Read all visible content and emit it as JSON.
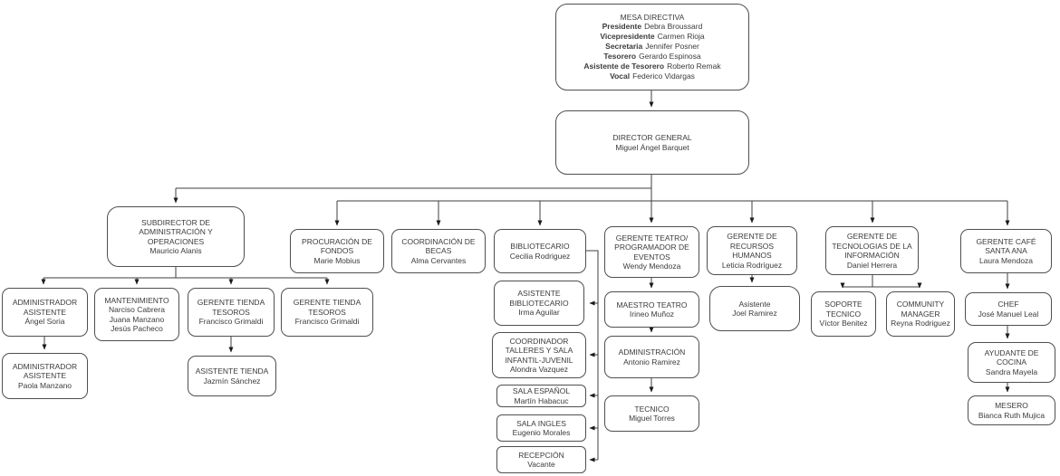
{
  "style": {
    "background": "#ffffff",
    "border_color": "#4f4f4f",
    "line_color": "#3f3f3f",
    "arrow_color": "#1a1a1a",
    "text_color": "#3b3b3b"
  },
  "nodes": {
    "mesa": {
      "title": "MESA DIRECTIVA",
      "roles": [
        {
          "role": "Presidente",
          "person": "Debra Broussard"
        },
        {
          "role": "Vicepresidente",
          "person": "Carmen Rioja"
        },
        {
          "role": "Secretaria",
          "person": "Jennifer Posner"
        },
        {
          "role": "Tesorero",
          "person": "Gerardo Espinosa"
        },
        {
          "role": "Asistente de Tesorero",
          "person": "Roberto Remak"
        },
        {
          "role": "Vocal",
          "person": "Federico Vidargas"
        }
      ]
    },
    "director": {
      "title": "DIRECTOR GENERAL",
      "person": "Miguel Ángel Barquet"
    },
    "subdirector": {
      "title": "SUBDIRECTOR DE\nADMINISTRACIÓN Y\nOPERACIONES",
      "person": "Mauricio Alanis"
    },
    "procuracion": {
      "title": "PROCURACIÓN DE\nFONDOS",
      "person": "Marie Mobius"
    },
    "becas": {
      "title": "COORDINACIÓN DE\nBECAS",
      "person": "Alma Cervantes"
    },
    "bibliotecario": {
      "title": "BIBLIOTECARIO",
      "person": "Cecilia Rodriguez"
    },
    "teatro": {
      "title": "GERENTE TEATRO/\nPROGRAMADOR DE\nEVENTOS",
      "person": "Wendy Mendoza"
    },
    "rrhh": {
      "title": "GERENTE DE\nRECURSOS\nHUMANOS",
      "person": "Leticia Rodríguez"
    },
    "ti": {
      "title": "GERENTE DE\nTECNOLOGIAS DE LA\nINFORMACIÓN",
      "person": "Daniel Herrera"
    },
    "cafe": {
      "title": "GERENTE CAFÉ\nSANTA ANA",
      "person": "Laura Mendoza"
    },
    "admin1": {
      "title": "ADMINISTRADOR\nASISTENTE",
      "person": "Ángel Soria"
    },
    "mantenimiento": {
      "title": "MANTENIMIENTO",
      "person": "Narciso Cabrera\nJuana Manzano\nJesús Pacheco"
    },
    "tienda1": {
      "title": "GERENTE TIENDA\nTESOROS",
      "person": "Francisco Grimaldi"
    },
    "tienda2": {
      "title": "GERENTE TIENDA\nTESOROS",
      "person": "Francisco Grimaldi"
    },
    "admin2": {
      "title": "ADMINISTRADOR\nASISTENTE",
      "person": "Paola Manzano"
    },
    "asistienda": {
      "title": "ASISTENTE TIENDA",
      "person": "Jazmín Sánchez"
    },
    "asisbiblio": {
      "title": "ASISTENTE\nBIBLIOTECARIO",
      "person": "Irma Aguilar"
    },
    "coordtalleres": {
      "title": "COORDINADOR\nTALLERES Y SALA\nINFANTIL-JUVENIL",
      "person": "Alondra Vazquez"
    },
    "salaespanol": {
      "title": "SALA ESPAÑOL",
      "person": "Martín Habacuc"
    },
    "salaingles": {
      "title": "SALA INGLES",
      "person": "Eugenio Morales"
    },
    "recepcion": {
      "title": "RECEPCIÓN",
      "person": "Vacante"
    },
    "maestro": {
      "title": "MAESTRO TEATRO",
      "person": "Irineo Muñoz"
    },
    "administracion": {
      "title": "ADMINISTRACIÓN",
      "person": "Antonio Ramirez"
    },
    "tecnico": {
      "title": "TECNICO",
      "person": "Miguel Torres"
    },
    "asistrh": {
      "title": "Asistente",
      "person": "Joel Ramirez"
    },
    "soporte": {
      "title": "SOPORTE\nTECNICO",
      "person": "Víctor Benitez"
    },
    "community": {
      "title": "COMMUNITY\nMANAGER",
      "person": "Reyna Rodriguez"
    },
    "chef": {
      "title": "CHEF",
      "person": "José Manuel Leal"
    },
    "ayudante": {
      "title": "AYUDANTE DE\nCOCINA",
      "person": "Sandra Mayela"
    },
    "mesero": {
      "title": "MESERO",
      "person": "Bianca Ruth Mujica"
    }
  }
}
